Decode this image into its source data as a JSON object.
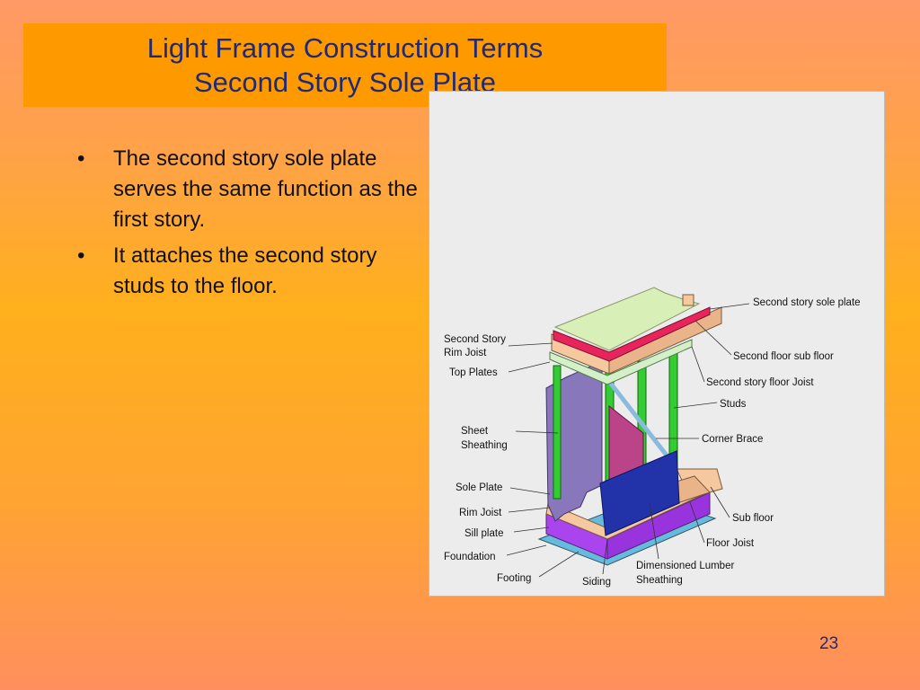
{
  "slide": {
    "title_line1": "Light Frame Construction Terms",
    "title_line2": "Second Story Sole Plate",
    "bullets": [
      "The second story sole plate serves the same function as the first story.",
      "It attaches the second story studs to the floor."
    ],
    "page_number": "23"
  },
  "diagram": {
    "labels": {
      "second_story_sole_plate": "Second story sole plate",
      "second_story_rim_joist_1": "Second Story",
      "second_story_rim_joist_2": "Rim Joist",
      "second_floor_sub_floor": "Second floor sub floor",
      "top_plates": "Top Plates",
      "second_story_floor_joist": "Second story  floor Joist",
      "studs": "Studs",
      "sheet_sheathing_1": "Sheet",
      "sheet_sheathing_2": "Sheathing",
      "corner_brace": "Corner Brace",
      "sole_plate": "Sole Plate",
      "rim_joist": "Rim Joist",
      "sub_floor": "Sub floor",
      "sill_plate": "Sill plate",
      "foundation": "Foundation",
      "floor_joist": "Floor Joist",
      "dimensioned_lumber_1": "Dimensioned Lumber",
      "dimensioned_lumber_2": "Sheathing",
      "footing": "Footing",
      "siding": "Siding"
    }
  },
  "colors": {
    "title_bg": "#ff9900",
    "title_text": "#1e2a78",
    "sole_plate": "#e8245c",
    "studs": "#33cc33",
    "sheathing": "#8877bb",
    "siding": "#2233aa",
    "foundation": "#aa44ee",
    "footing": "#66bbdd",
    "lumber": "#f5c8a0"
  }
}
